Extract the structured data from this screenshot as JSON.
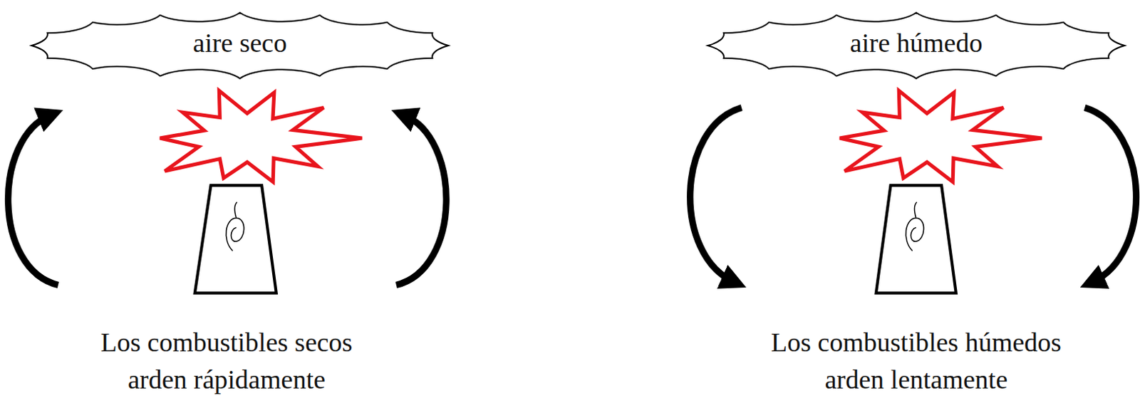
{
  "diagram": {
    "nodes": [
      {
        "text": [
          "aire seco"
        ]
      },
      {
        "text": [
          "aire húmedo"
        ]
      }
    ],
    "labels": [
      "Los combustibles secos arden rápidamente",
      "Los combustibles húmedos arden lentamente"
    ]
  }
}
